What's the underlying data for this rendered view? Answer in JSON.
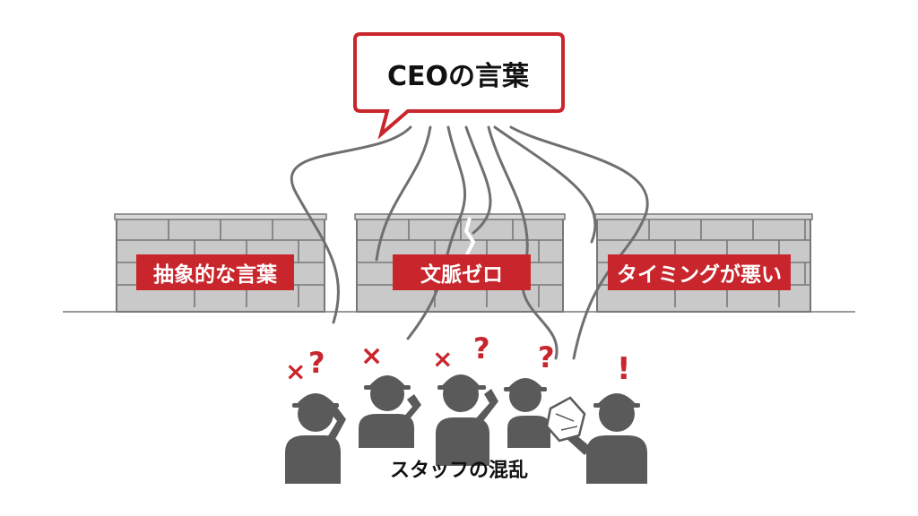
{
  "speech_bubble": {
    "text": "CEOの言葉"
  },
  "walls": [
    {
      "label": "抽象的な言葉"
    },
    {
      "label": "文脈ゼロ"
    },
    {
      "label": "タイミングが悪い"
    }
  ],
  "staff": {
    "caption": "スタッフの混乱",
    "marks": [
      "×",
      "?",
      "×",
      "×",
      "?",
      "?",
      "!"
    ]
  },
  "colors": {
    "accent": "#c8262c",
    "brick": "#c9c9c9",
    "mortar": "#777777",
    "figure": "#5a5a5a"
  }
}
